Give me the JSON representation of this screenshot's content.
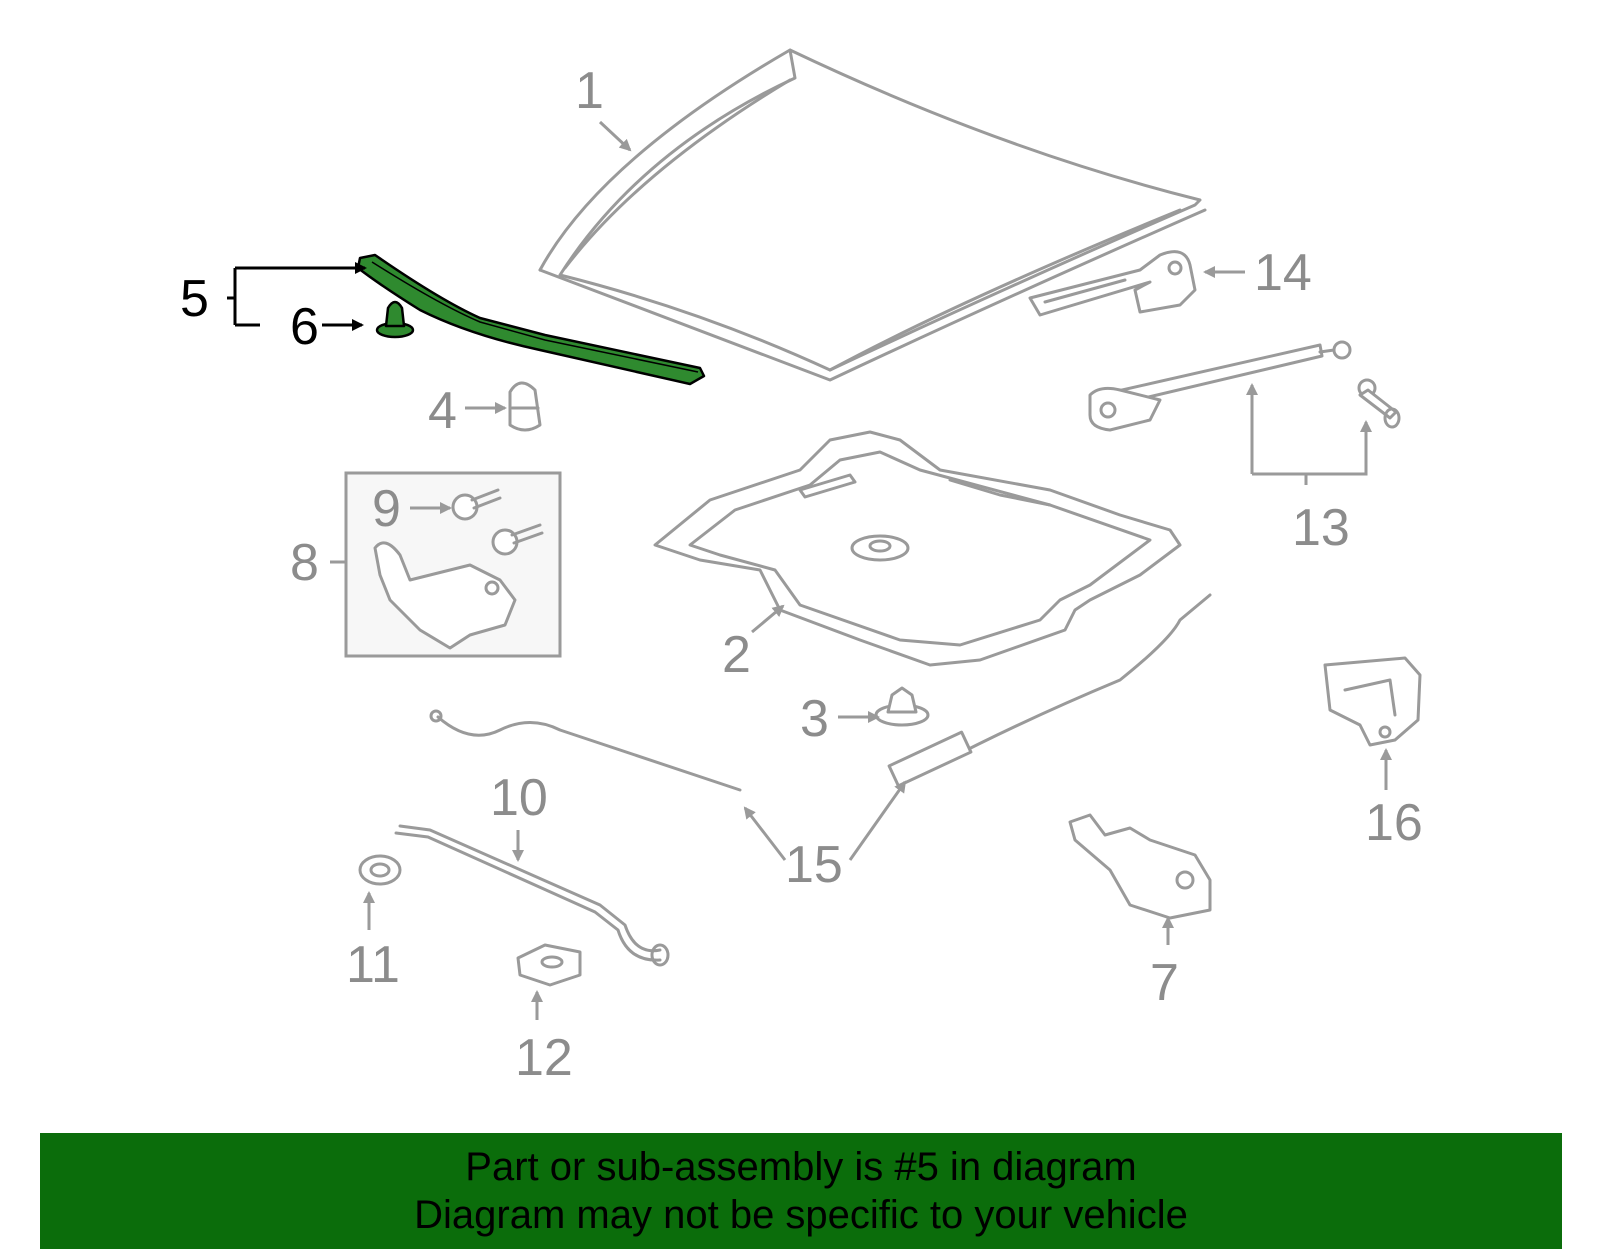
{
  "callouts": {
    "c1": "1",
    "c2": "2",
    "c3": "3",
    "c4": "4",
    "c5": "5",
    "c6": "6",
    "c7": "7",
    "c8": "8",
    "c9": "9",
    "c10": "10",
    "c11": "11",
    "c12": "12",
    "c13": "13",
    "c14": "14",
    "c15": "15",
    "c16": "16"
  },
  "highlight_color": "#2f8a2f",
  "banner": {
    "line1": "Part or sub-assembly is #5 in diagram",
    "line2": "Diagram may not be specific to your vehicle",
    "background": "#0b6d0b"
  }
}
